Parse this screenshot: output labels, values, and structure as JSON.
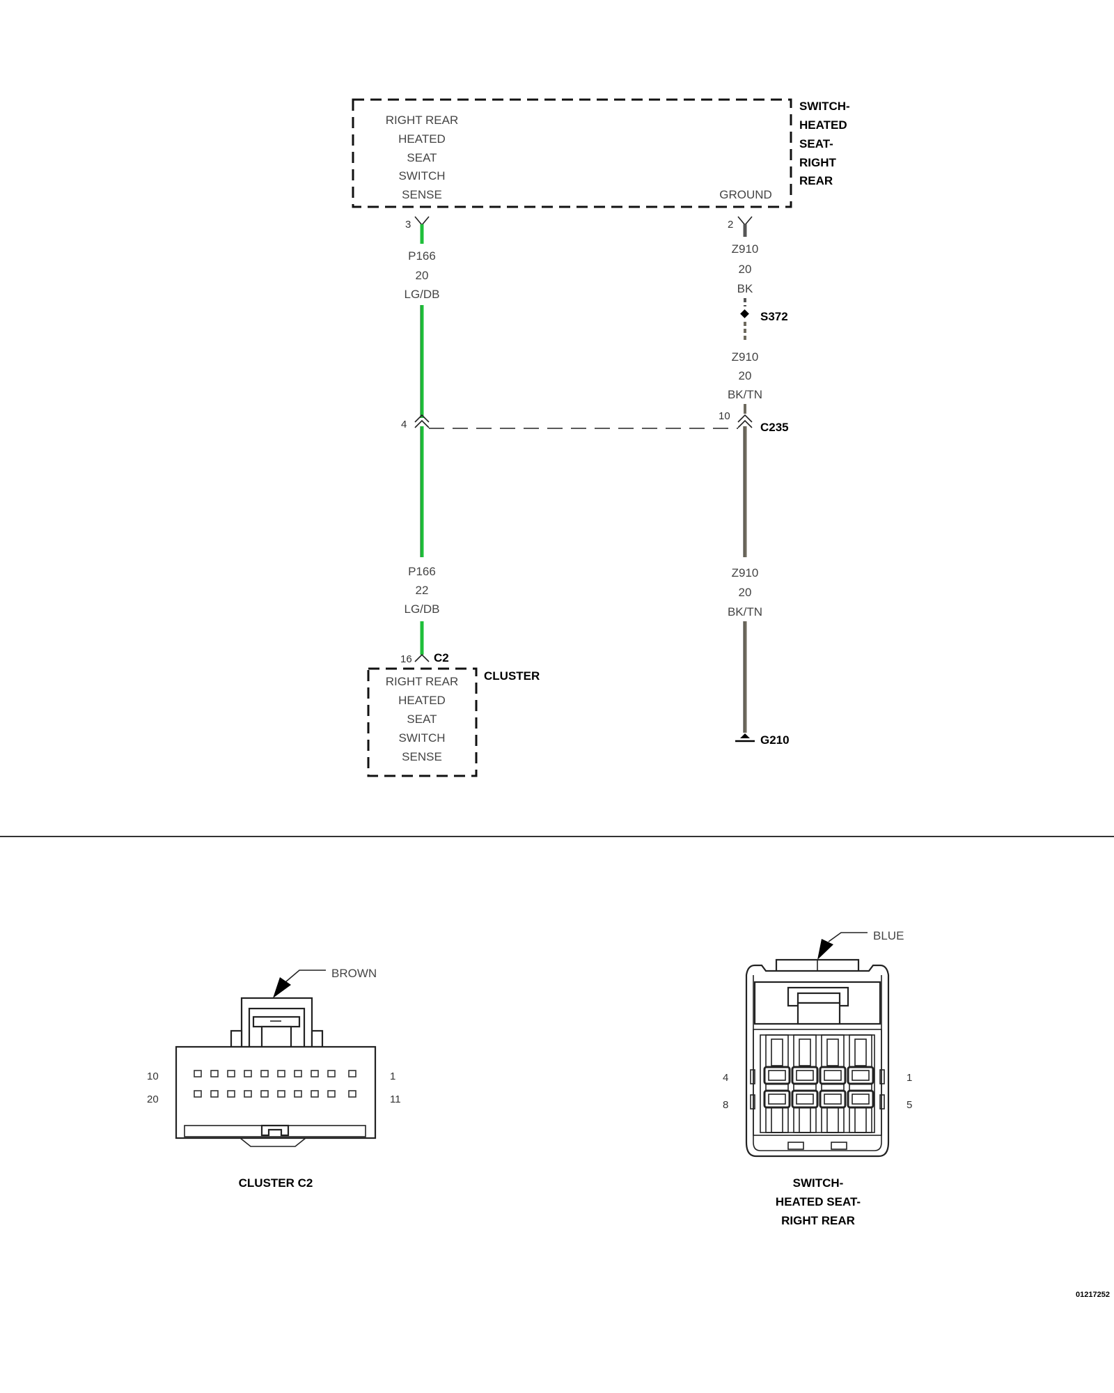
{
  "top_module": {
    "name_lines": [
      "SWITCH-",
      "HEATED",
      "SEAT-",
      "RIGHT",
      "REAR"
    ],
    "left_pin_label_lines": [
      "RIGHT REAR",
      "HEATED",
      "SEAT",
      "SWITCH",
      "SENSE"
    ],
    "right_pin_label": "GROUND",
    "left_pin_number": "3",
    "right_pin_number": "2"
  },
  "circuit_left_upper": {
    "circuit": "P166",
    "gauge": "20",
    "color": "LG/DB"
  },
  "circuit_right_upper": {
    "circuit": "Z910",
    "gauge": "20",
    "color": "BK"
  },
  "splice": {
    "id": "S372"
  },
  "circuit_right_mid": {
    "circuit": "Z910",
    "gauge": "20",
    "color": "BK/TN"
  },
  "inline_connector": {
    "id": "C235",
    "left_pin": "4",
    "right_pin": "10"
  },
  "circuit_left_lower": {
    "circuit": "P166",
    "gauge": "22",
    "color": "LG/DB"
  },
  "circuit_right_lower": {
    "circuit": "Z910",
    "gauge": "20",
    "color": "BK/TN"
  },
  "bottom_module": {
    "name": "CLUSTER",
    "connector_id": "C2",
    "pin_number": "16",
    "label_lines": [
      "RIGHT REAR",
      "HEATED",
      "SEAT",
      "SWITCH",
      "SENSE"
    ]
  },
  "ground": {
    "id": "G210"
  },
  "connector_views": {
    "cluster": {
      "color_label": "BROWN",
      "title": "CLUSTER C2",
      "pins_top_left": "10",
      "pins_bottom_left": "20",
      "pins_top_right": "1",
      "pins_bottom_right": "11"
    },
    "switch": {
      "color_label": "BLUE",
      "title_lines": [
        "SWITCH-",
        "HEATED SEAT-",
        "RIGHT REAR"
      ],
      "pins_top_left": "4",
      "pins_bottom_left": "8",
      "pins_top_right": "1",
      "pins_bottom_right": "5"
    }
  },
  "figure_id": "01217252",
  "colors": {
    "wire_green": "#1fbf3a",
    "wire_green_dark": "#0f7a22",
    "wire_dark": "#555555",
    "wire_tan": "#6e6a5e"
  }
}
